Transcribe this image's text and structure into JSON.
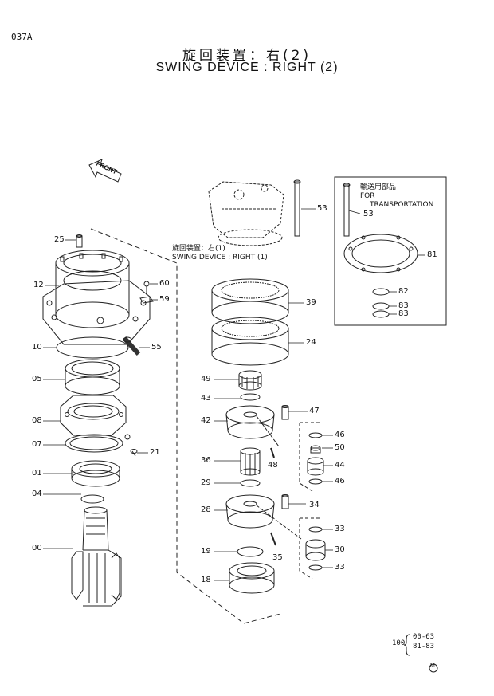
{
  "header": {
    "code": "037A",
    "title_jp": "旋回装置：右(2)",
    "title_en": "SWING DEVICE : RIGHT (2)"
  },
  "front_arrow": "FRONT",
  "subassembly": {
    "jp": "旋回装置：右(1)",
    "en": "SWING DEVICE : RIGHT (1)"
  },
  "transport_box": {
    "jp": "輸送用部品",
    "en1": "FOR",
    "en2": "TRANSPORTATION"
  },
  "callouts": {
    "c25": "25",
    "c12": "12",
    "c10": "10",
    "c05": "05",
    "c08": "08",
    "c07": "07",
    "c01": "01",
    "c04": "04",
    "c00": "00",
    "c60": "60",
    "c59": "59",
    "c55": "55",
    "c21": "21",
    "c53a": "53",
    "c53b": "53",
    "c81": "81",
    "c82": "82",
    "c83a": "83",
    "c83b": "83",
    "c39": "39",
    "c24": "24",
    "c49": "49",
    "c43": "43",
    "c47": "47",
    "c42": "42",
    "c46a": "46",
    "c50": "50",
    "c44": "44",
    "c46b": "46",
    "c36": "36",
    "c48": "48",
    "c29": "29",
    "c34": "34",
    "c28": "28",
    "c33a": "33",
    "c30": "30",
    "c33b": "33",
    "c19": "19",
    "c35": "35",
    "c18": "18"
  },
  "footer": {
    "serial_prefix": "100",
    "serial_1": "00-63",
    "serial_2": "81-83",
    "mark": "M"
  }
}
